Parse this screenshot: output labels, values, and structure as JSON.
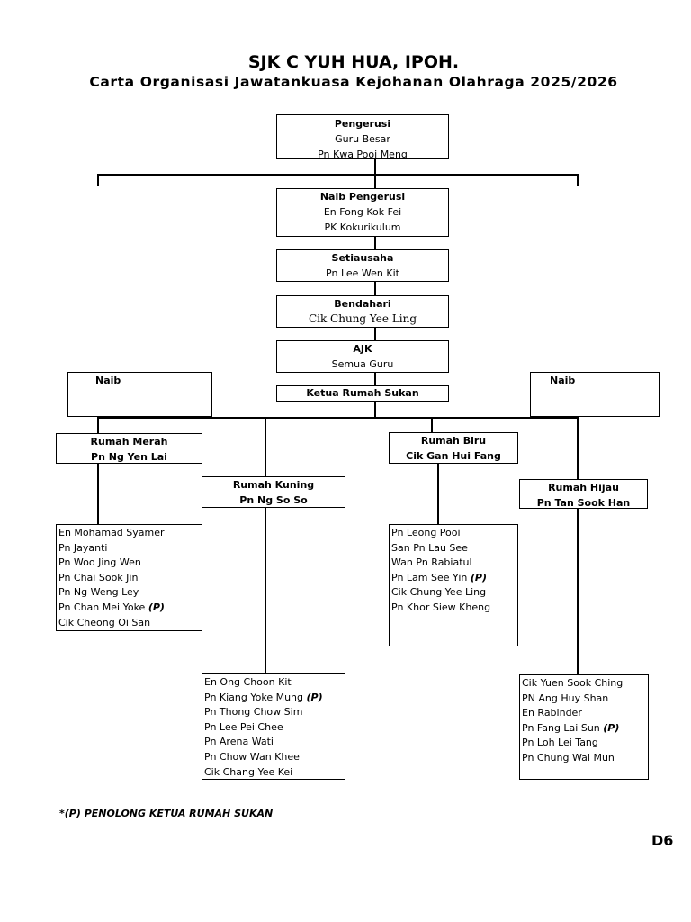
{
  "header": {
    "school": "SJK C YUH HUA, IPOH.",
    "subtitle": "Carta Organisasi Jawatankuasa Kejohanan Olahraga 2025/2026"
  },
  "pengerusi": {
    "role": "Pengerusi",
    "line1": "Guru Besar",
    "line2": "Pn Kwa Pooi Meng"
  },
  "naib_pengerusi": {
    "role": "Naib Pengerusi",
    "line1": "En Fong Kok Fei",
    "line2": "PK Kokurikulum"
  },
  "setiausaha": {
    "role": "Setiausaha",
    "line1": "Pn Lee Wen Kit"
  },
  "bendahari": {
    "role": "Bendahari",
    "line1": "Cik Chung Yee Ling"
  },
  "ajk": {
    "role": "AJK",
    "line1": "Semua Guru"
  },
  "ketua": {
    "role": "Ketua Rumah Sukan"
  },
  "naib_left": {
    "label": "Naib"
  },
  "naib_right": {
    "label": "Naib"
  },
  "houses": {
    "merah": {
      "name": "Rumah Merah",
      "head": "Pn Ng Yen Lai",
      "members": [
        "En Mohamad Syamer",
        "Pn Jayanti",
        "Pn Woo Jing Wen",
        "Pn  Chai  Sook  Jin",
        "Pn Ng Weng Ley",
        "Pn Chan Mei Yoke",
        "Cik Cheong Oi San"
      ]
    },
    "kuning": {
      "name": "Rumah Kuning",
      "head": "Pn Ng So So",
      "members": [
        "En Ong Choon Kit",
        "Pn Kiang Yoke Mung",
        "Pn Thong Chow Sim",
        "Pn Lee Pei Chee",
        "Pn Arena Wati",
        "Pn Chow Wan Khee",
        "Cik Chang Yee Kei"
      ]
    },
    "biru": {
      "name": "Rumah Biru",
      "head": "Cik Gan Hui Fang",
      "members": [
        "Pn Leong Pooi",
        "San Pn Lau See",
        "Wan Pn Rabiatul",
        "Pn Lam See Yin",
        "Cik  Chung  Yee  Ling",
        "Pn Khor Siew Kheng"
      ]
    },
    "hijau": {
      "name": "Rumah Hijau",
      "head": "Pn Tan Sook Han",
      "members": [
        "Cik Yuen Sook Ching",
        "PN  Ang Huy Shan",
        "En Rabinder",
        "Pn Fang Lai Sun",
        "Pn Loh Lei Tang",
        "Pn Chung Wai Mun"
      ]
    }
  },
  "penolong_mark": "(P)",
  "footnote": "*(P) PENOLONG KETUA RUMAH SUKAN",
  "page_code": "D6"
}
